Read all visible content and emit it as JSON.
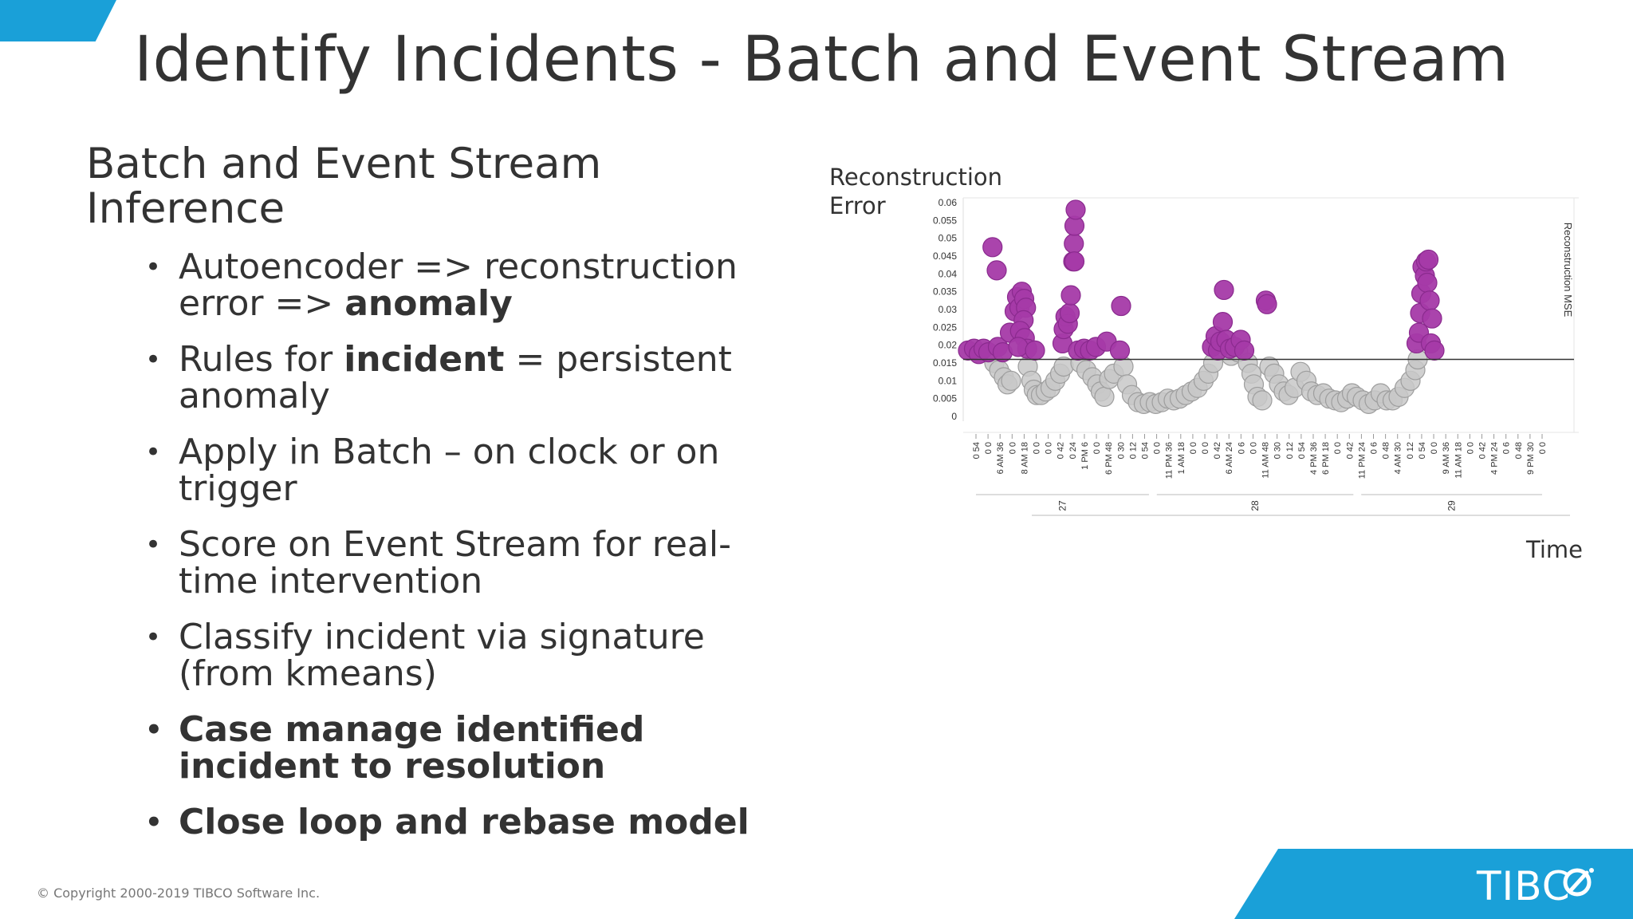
{
  "slide": {
    "title": "Identify Incidents - Batch and Event Stream",
    "subtitle": "Batch and Event Stream Inference",
    "bullets": [
      {
        "pre": "Autoencoder => reconstruction error => ",
        "bold": "anomaly",
        "post": "",
        "all_bold": false
      },
      {
        "pre": "Rules for ",
        "bold": "incident",
        "post": " = persistent anomaly",
        "all_bold": false
      },
      {
        "pre": "Apply in Batch – on clock or on trigger",
        "bold": "",
        "post": "",
        "all_bold": false
      },
      {
        "pre": "Score on Event Stream for real-time intervention",
        "bold": "",
        "post": "",
        "all_bold": false
      },
      {
        "pre": "Classify incident via signature (from kmeans)",
        "bold": "",
        "post": "",
        "all_bold": false
      },
      {
        "pre": "",
        "bold": "Case manage identified incident to resolution",
        "post": "",
        "all_bold": true
      },
      {
        "pre": "",
        "bold": "Close loop and rebase model",
        "post": "",
        "all_bold": true
      }
    ],
    "bullet_glyph": "•",
    "copyright": "© Copyright 2000-2019 TIBCO Software Inc.",
    "logo_text": "TIBC",
    "colors": {
      "accent": "#1aa0d8",
      "anomaly": "#a53aa8",
      "normal": "#c8c8c8",
      "text": "#333333"
    }
  },
  "chart_data": {
    "type": "scatter",
    "ylabel_line1": "Reconstruction",
    "ylabel_line2": "Error",
    "xlabel": "Time",
    "right_axis_label": "Reconstruction MSE",
    "ylim": [
      0,
      0.06
    ],
    "yticks": [
      "0",
      "0.005",
      "0.01",
      "0.015",
      "0.02",
      "0.025",
      "0.03",
      "0.035",
      "0.04",
      "0.045",
      "0.05",
      "0.055",
      "0.06"
    ],
    "threshold": 0.016,
    "day_labels": [
      "27",
      "28",
      "29"
    ],
    "x_tick_labels": [
      "0 54",
      "0 0",
      "6 AM 36",
      "0 0",
      "8 AM 18",
      "0 0",
      "0 0",
      "0 42",
      "0 24",
      "1 PM 6",
      "0 0",
      "6 PM 48",
      "0 30",
      "0 12",
      "0 54",
      "0 0",
      "11 PM 36",
      "1 AM 18",
      "0 0",
      "0 0",
      "0 42",
      "6 AM 24",
      "0 6",
      "0 0",
      "11 AM 48",
      "0 30",
      "0 12",
      "0 54",
      "4 PM 36",
      "6 PM 18",
      "0 0",
      "0 42",
      "11 PM 24",
      "0 6",
      "0 48",
      "4 AM 30",
      "0 12",
      "0 54",
      "0 0",
      "9 AM 36",
      "11 AM 18",
      "0 0",
      "0 42",
      "4 PM 24",
      "0 6",
      "0 48",
      "9 PM 30",
      "0 0"
    ],
    "points": [
      {
        "x": 0.0,
        "y": 0.0185,
        "anomaly": true
      },
      {
        "x": 0.01,
        "y": 0.019,
        "anomaly": true
      },
      {
        "x": 0.018,
        "y": 0.0175,
        "anomaly": true
      },
      {
        "x": 0.026,
        "y": 0.019,
        "anomaly": true
      },
      {
        "x": 0.034,
        "y": 0.018,
        "anomaly": true
      },
      {
        "x": 0.041,
        "y": 0.0475,
        "anomaly": true
      },
      {
        "x": 0.048,
        "y": 0.041,
        "anomaly": true
      },
      {
        "x": 0.05,
        "y": 0.0195,
        "anomaly": true
      },
      {
        "x": 0.058,
        "y": 0.018,
        "anomaly": true
      },
      {
        "x": 0.044,
        "y": 0.015,
        "anomaly": false
      },
      {
        "x": 0.052,
        "y": 0.013,
        "anomaly": false
      },
      {
        "x": 0.06,
        "y": 0.011,
        "anomaly": false
      },
      {
        "x": 0.066,
        "y": 0.009,
        "anomaly": false
      },
      {
        "x": 0.072,
        "y": 0.01,
        "anomaly": false
      },
      {
        "x": 0.07,
        "y": 0.0235,
        "anomaly": true
      },
      {
        "x": 0.078,
        "y": 0.0295,
        "anomaly": true
      },
      {
        "x": 0.082,
        "y": 0.0335,
        "anomaly": true
      },
      {
        "x": 0.086,
        "y": 0.0305,
        "anomaly": true
      },
      {
        "x": 0.09,
        "y": 0.035,
        "anomaly": true
      },
      {
        "x": 0.094,
        "y": 0.033,
        "anomaly": true
      },
      {
        "x": 0.097,
        "y": 0.0305,
        "anomaly": true
      },
      {
        "x": 0.093,
        "y": 0.027,
        "anomaly": true
      },
      {
        "x": 0.087,
        "y": 0.024,
        "anomaly": true
      },
      {
        "x": 0.095,
        "y": 0.022,
        "anomaly": true
      },
      {
        "x": 0.099,
        "y": 0.019,
        "anomaly": true
      },
      {
        "x": 0.084,
        "y": 0.0195,
        "anomaly": true
      },
      {
        "x": 0.112,
        "y": 0.0185,
        "anomaly": true
      },
      {
        "x": 0.1,
        "y": 0.014,
        "anomaly": false
      },
      {
        "x": 0.106,
        "y": 0.01,
        "anomaly": false
      },
      {
        "x": 0.11,
        "y": 0.0075,
        "anomaly": false
      },
      {
        "x": 0.115,
        "y": 0.006,
        "anomaly": false
      },
      {
        "x": 0.122,
        "y": 0.006,
        "anomaly": false
      },
      {
        "x": 0.13,
        "y": 0.007,
        "anomaly": false
      },
      {
        "x": 0.138,
        "y": 0.008,
        "anomaly": false
      },
      {
        "x": 0.146,
        "y": 0.01,
        "anomaly": false
      },
      {
        "x": 0.154,
        "y": 0.012,
        "anomaly": false
      },
      {
        "x": 0.16,
        "y": 0.014,
        "anomaly": false
      },
      {
        "x": 0.158,
        "y": 0.0205,
        "anomaly": true
      },
      {
        "x": 0.16,
        "y": 0.0245,
        "anomaly": true
      },
      {
        "x": 0.163,
        "y": 0.028,
        "anomaly": true
      },
      {
        "x": 0.167,
        "y": 0.026,
        "anomaly": true
      },
      {
        "x": 0.17,
        "y": 0.029,
        "anomaly": true
      },
      {
        "x": 0.172,
        "y": 0.034,
        "anomaly": true
      },
      {
        "x": 0.176,
        "y": 0.0435,
        "anomaly": true
      },
      {
        "x": 0.177,
        "y": 0.0485,
        "anomaly": true
      },
      {
        "x": 0.178,
        "y": 0.0535,
        "anomaly": true
      },
      {
        "x": 0.18,
        "y": 0.058,
        "anomaly": true
      },
      {
        "x": 0.178,
        "y": 0.0435,
        "anomaly": true
      },
      {
        "x": 0.184,
        "y": 0.0185,
        "anomaly": true
      },
      {
        "x": 0.194,
        "y": 0.019,
        "anomaly": true
      },
      {
        "x": 0.204,
        "y": 0.0185,
        "anomaly": true
      },
      {
        "x": 0.214,
        "y": 0.0195,
        "anomaly": true
      },
      {
        "x": 0.188,
        "y": 0.015,
        "anomaly": false
      },
      {
        "x": 0.198,
        "y": 0.013,
        "anomaly": false
      },
      {
        "x": 0.208,
        "y": 0.011,
        "anomaly": false
      },
      {
        "x": 0.216,
        "y": 0.009,
        "anomaly": false
      },
      {
        "x": 0.222,
        "y": 0.007,
        "anomaly": false
      },
      {
        "x": 0.228,
        "y": 0.0055,
        "anomaly": false
      },
      {
        "x": 0.236,
        "y": 0.0105,
        "anomaly": false
      },
      {
        "x": 0.244,
        "y": 0.012,
        "anomaly": false
      },
      {
        "x": 0.232,
        "y": 0.021,
        "anomaly": true
      },
      {
        "x": 0.254,
        "y": 0.0185,
        "anomaly": true
      },
      {
        "x": 0.256,
        "y": 0.031,
        "anomaly": true
      },
      {
        "x": 0.26,
        "y": 0.014,
        "anomaly": false
      },
      {
        "x": 0.266,
        "y": 0.009,
        "anomaly": false
      },
      {
        "x": 0.274,
        "y": 0.006,
        "anomaly": false
      },
      {
        "x": 0.284,
        "y": 0.004,
        "anomaly": false
      },
      {
        "x": 0.294,
        "y": 0.0035,
        "anomaly": false
      },
      {
        "x": 0.304,
        "y": 0.004,
        "anomaly": false
      },
      {
        "x": 0.314,
        "y": 0.0035,
        "anomaly": false
      },
      {
        "x": 0.324,
        "y": 0.004,
        "anomaly": false
      },
      {
        "x": 0.334,
        "y": 0.005,
        "anomaly": false
      },
      {
        "x": 0.344,
        "y": 0.0045,
        "anomaly": false
      },
      {
        "x": 0.354,
        "y": 0.005,
        "anomaly": false
      },
      {
        "x": 0.364,
        "y": 0.006,
        "anomaly": false
      },
      {
        "x": 0.374,
        "y": 0.007,
        "anomaly": false
      },
      {
        "x": 0.384,
        "y": 0.008,
        "anomaly": false
      },
      {
        "x": 0.394,
        "y": 0.01,
        "anomaly": false
      },
      {
        "x": 0.402,
        "y": 0.012,
        "anomaly": false
      },
      {
        "x": 0.41,
        "y": 0.015,
        "anomaly": false
      },
      {
        "x": 0.408,
        "y": 0.0195,
        "anomaly": true
      },
      {
        "x": 0.414,
        "y": 0.0225,
        "anomaly": true
      },
      {
        "x": 0.418,
        "y": 0.0185,
        "anomaly": true
      },
      {
        "x": 0.422,
        "y": 0.021,
        "anomaly": true
      },
      {
        "x": 0.426,
        "y": 0.0265,
        "anomaly": true
      },
      {
        "x": 0.428,
        "y": 0.0355,
        "anomaly": true
      },
      {
        "x": 0.432,
        "y": 0.0215,
        "anomaly": true
      },
      {
        "x": 0.438,
        "y": 0.019,
        "anomaly": true
      },
      {
        "x": 0.446,
        "y": 0.0195,
        "anomaly": true
      },
      {
        "x": 0.456,
        "y": 0.0215,
        "anomaly": true
      },
      {
        "x": 0.462,
        "y": 0.0185,
        "anomaly": true
      },
      {
        "x": 0.44,
        "y": 0.017,
        "anomaly": false
      },
      {
        "x": 0.452,
        "y": 0.018,
        "anomaly": false
      },
      {
        "x": 0.468,
        "y": 0.015,
        "anomaly": false
      },
      {
        "x": 0.474,
        "y": 0.012,
        "anomaly": false
      },
      {
        "x": 0.478,
        "y": 0.009,
        "anomaly": false
      },
      {
        "x": 0.484,
        "y": 0.0055,
        "anomaly": false
      },
      {
        "x": 0.492,
        "y": 0.0045,
        "anomaly": false
      },
      {
        "x": 0.498,
        "y": 0.0325,
        "anomaly": true
      },
      {
        "x": 0.5,
        "y": 0.0315,
        "anomaly": true
      },
      {
        "x": 0.504,
        "y": 0.014,
        "anomaly": false
      },
      {
        "x": 0.512,
        "y": 0.012,
        "anomaly": false
      },
      {
        "x": 0.52,
        "y": 0.009,
        "anomaly": false
      },
      {
        "x": 0.528,
        "y": 0.007,
        "anomaly": false
      },
      {
        "x": 0.536,
        "y": 0.006,
        "anomaly": false
      },
      {
        "x": 0.546,
        "y": 0.008,
        "anomaly": false
      },
      {
        "x": 0.556,
        "y": 0.0125,
        "anomaly": false
      },
      {
        "x": 0.566,
        "y": 0.01,
        "anomaly": false
      },
      {
        "x": 0.574,
        "y": 0.007,
        "anomaly": false
      },
      {
        "x": 0.584,
        "y": 0.006,
        "anomaly": false
      },
      {
        "x": 0.594,
        "y": 0.0065,
        "anomaly": false
      },
      {
        "x": 0.604,
        "y": 0.005,
        "anomaly": false
      },
      {
        "x": 0.614,
        "y": 0.0045,
        "anomaly": false
      },
      {
        "x": 0.624,
        "y": 0.004,
        "anomaly": false
      },
      {
        "x": 0.634,
        "y": 0.005,
        "anomaly": false
      },
      {
        "x": 0.642,
        "y": 0.0065,
        "anomaly": false
      },
      {
        "x": 0.65,
        "y": 0.0055,
        "anomaly": false
      },
      {
        "x": 0.66,
        "y": 0.0045,
        "anomaly": false
      },
      {
        "x": 0.67,
        "y": 0.0035,
        "anomaly": false
      },
      {
        "x": 0.68,
        "y": 0.0045,
        "anomaly": false
      },
      {
        "x": 0.69,
        "y": 0.0065,
        "anomaly": false
      },
      {
        "x": 0.7,
        "y": 0.0045,
        "anomaly": false
      },
      {
        "x": 0.71,
        "y": 0.0045,
        "anomaly": false
      },
      {
        "x": 0.72,
        "y": 0.0055,
        "anomaly": false
      },
      {
        "x": 0.73,
        "y": 0.008,
        "anomaly": false
      },
      {
        "x": 0.74,
        "y": 0.01,
        "anomaly": false
      },
      {
        "x": 0.748,
        "y": 0.013,
        "anomaly": false
      },
      {
        "x": 0.752,
        "y": 0.016,
        "anomaly": false
      },
      {
        "x": 0.75,
        "y": 0.0205,
        "anomaly": true
      },
      {
        "x": 0.754,
        "y": 0.0235,
        "anomaly": true
      },
      {
        "x": 0.756,
        "y": 0.029,
        "anomaly": true
      },
      {
        "x": 0.758,
        "y": 0.0345,
        "anomaly": true
      },
      {
        "x": 0.76,
        "y": 0.042,
        "anomaly": true
      },
      {
        "x": 0.764,
        "y": 0.0395,
        "anomaly": true
      },
      {
        "x": 0.766,
        "y": 0.0435,
        "anomaly": true
      },
      {
        "x": 0.77,
        "y": 0.044,
        "anomaly": true
      },
      {
        "x": 0.768,
        "y": 0.0375,
        "anomaly": true
      },
      {
        "x": 0.772,
        "y": 0.0325,
        "anomaly": true
      },
      {
        "x": 0.776,
        "y": 0.0275,
        "anomaly": true
      },
      {
        "x": 0.774,
        "y": 0.0205,
        "anomaly": true
      },
      {
        "x": 0.78,
        "y": 0.0185,
        "anomaly": true
      }
    ]
  }
}
